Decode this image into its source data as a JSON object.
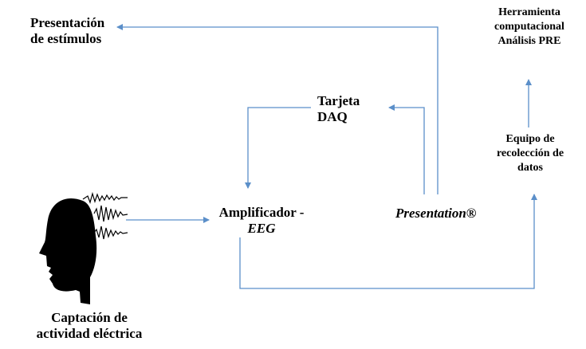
{
  "colors": {
    "arrow": "#5b8fc9",
    "head": "#000000",
    "text": "#000000"
  },
  "labels": {
    "stimulus": {
      "line1": "Presentación",
      "line2": "de estímulos"
    },
    "tool": {
      "line1": "Herramienta",
      "line2": "computacional",
      "line3": "Análisis PRE"
    },
    "daq": {
      "line1": "Tarjeta",
      "line2": "DAQ"
    },
    "collector": {
      "line1": "Equipo de",
      "line2": "recolección de",
      "line3": "datos"
    },
    "amplifier": {
      "line1": "Amplificador -",
      "line2": "EEG"
    },
    "presentation": {
      "line1": "Presentation®"
    },
    "capture": {
      "line1": "Captación de",
      "line2": "actividad eléctrica"
    }
  },
  "icons": {
    "head": "human-head-silhouette-icon",
    "signals": "eeg-waveform-icon"
  }
}
